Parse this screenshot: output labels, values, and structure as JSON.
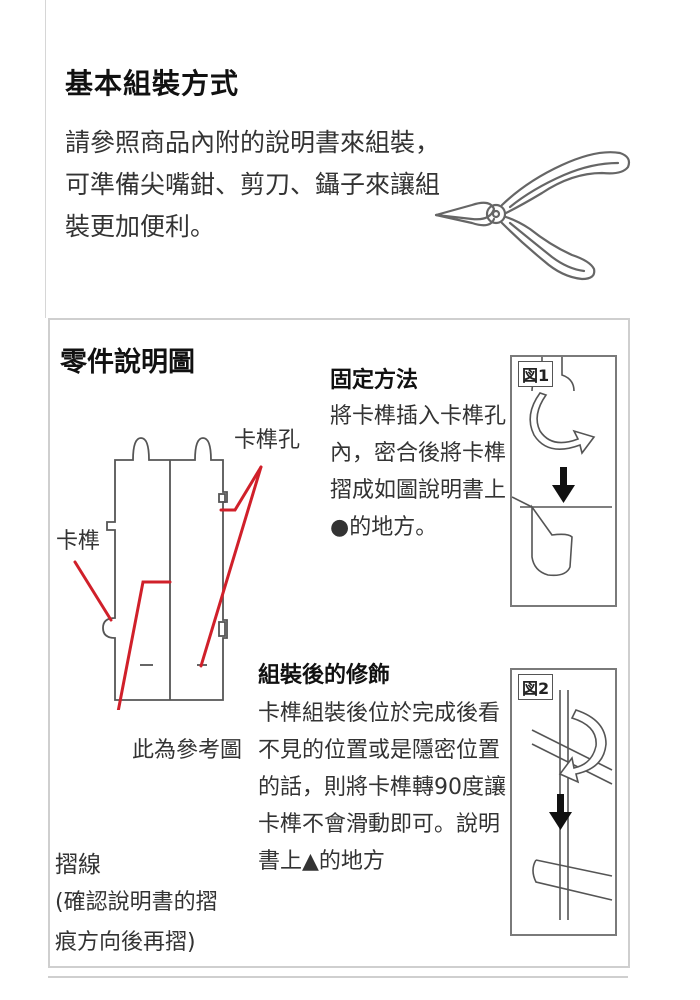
{
  "header": {
    "title": "基本組裝方式",
    "intro_lines": [
      "請參照商品內附的說明書來組裝，",
      "可準備尖嘴鉗、剪刀、鑷子來讓組",
      "裝更加便利。"
    ]
  },
  "parts": {
    "title": "零件說明圖",
    "label_slot": "卡榫孔",
    "label_tab": "卡榫",
    "label_reference": "此為參考圖",
    "label_fold": "摺線",
    "label_fold_note": [
      "(確認說明書的摺",
      "痕方向後再摺)"
    ]
  },
  "fixing": {
    "title": "固定方法",
    "lines": [
      "將卡榫插入卡榫孔",
      "內，密合後將卡榫",
      "摺成如圖說明書上",
      "●的地方。"
    ],
    "figure_label": "図1"
  },
  "trimming": {
    "title": "組裝後的修飾",
    "lines": [
      "卡榫組裝後位於完成後看",
      "不見的位置或是隱密位置",
      "的話，則將卡榫轉90度讓",
      "卡榫不會滑動即可。說明",
      "書上▲的地方"
    ],
    "figure_label": "図2"
  },
  "colors": {
    "accent_red": "#d0202a",
    "line_gray": "#666666"
  },
  "icons": [
    "pliers-icon",
    "down-arrow-icon",
    "rotate-arrow-icon"
  ]
}
